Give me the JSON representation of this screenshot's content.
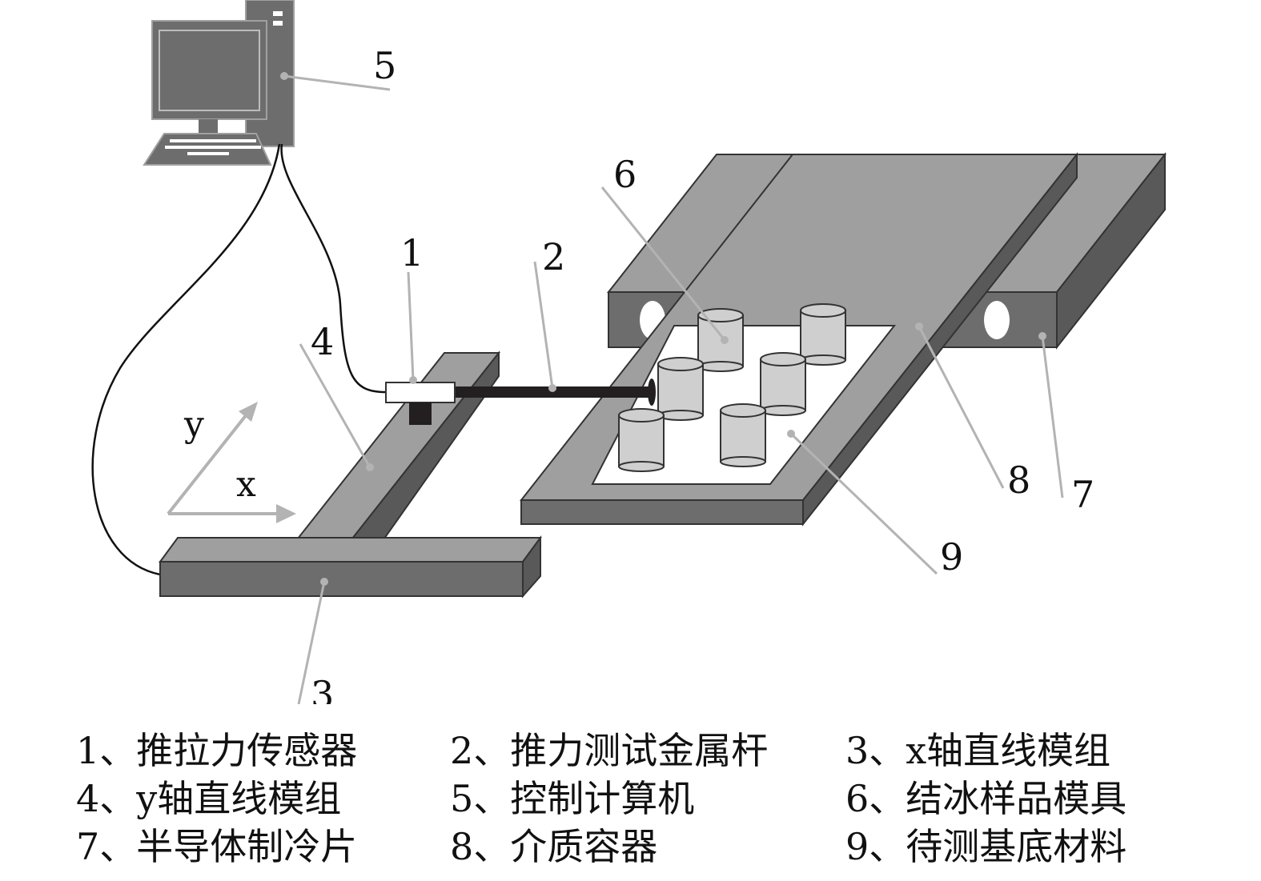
{
  "diagram": {
    "title": "Ice adhesion push-force test apparatus schematic",
    "callouts": {
      "c1": "1",
      "c2": "2",
      "c3": "3",
      "c4": "4",
      "c5": "5",
      "c6": "6",
      "c7": "7",
      "c8": "8",
      "c9": "9"
    },
    "axes": {
      "x": "x",
      "y": "y"
    },
    "colors": {
      "dark_gray": "#6e6d6e",
      "mid_gray": "#a09fa0",
      "darker_side": "#5a595a",
      "cylinder": "#cfcfcf",
      "leader": "#b3b3b3",
      "rod": "#231f20"
    }
  },
  "legend": {
    "rows": [
      [
        "1、推拉力传感器",
        "2、推力测试金属杆",
        "3、x轴直线模组"
      ],
      [
        "4、y轴直线模组",
        "5、控制计算机",
        "6、结冰样品模具"
      ],
      [
        "7、半导体制冷片",
        "8、介质容器",
        "9、待测基底材料"
      ]
    ]
  }
}
